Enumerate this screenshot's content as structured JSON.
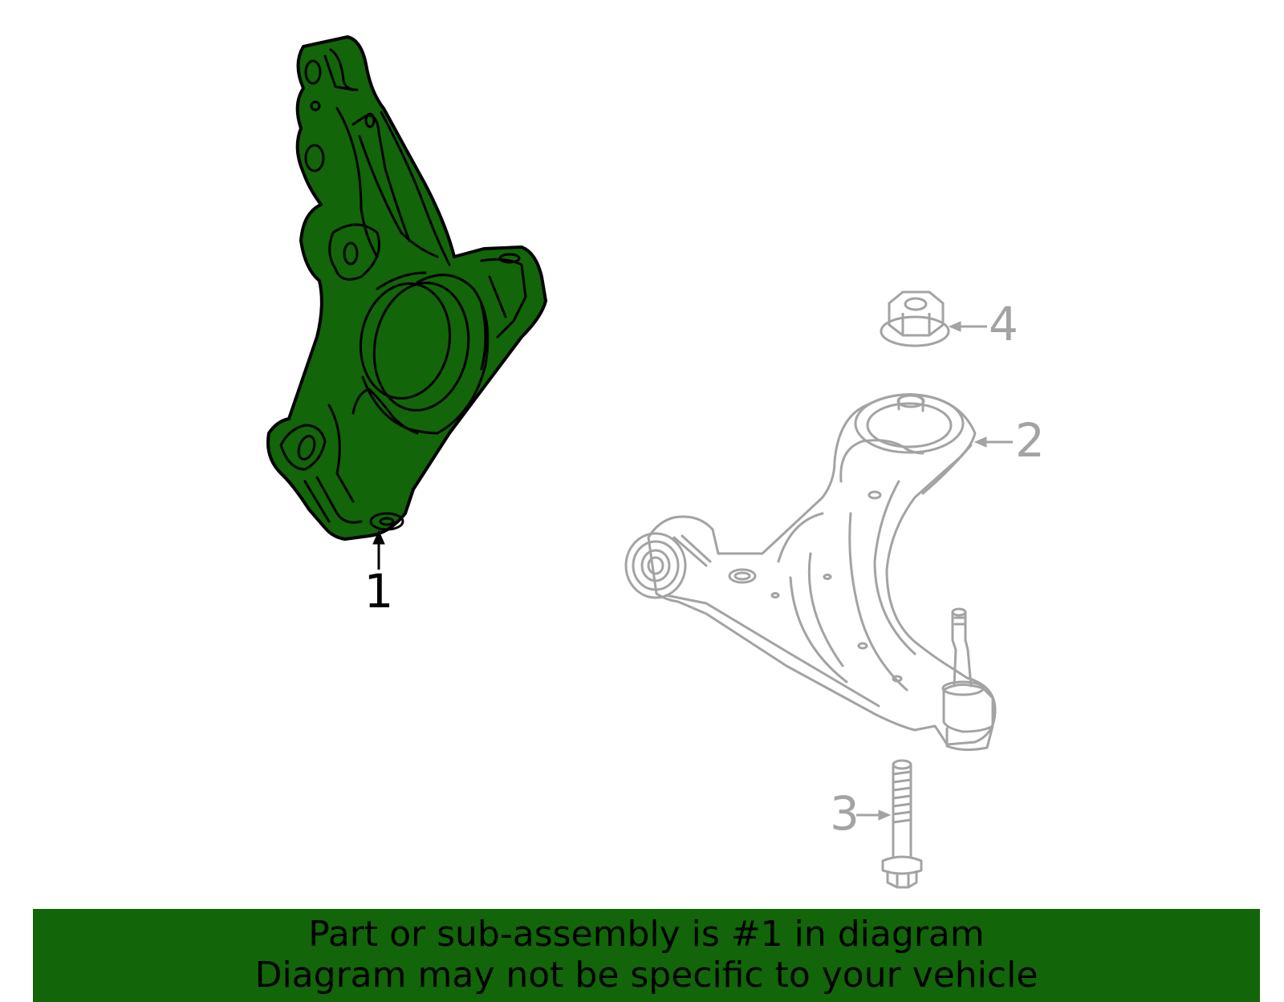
{
  "colors": {
    "highlight_fill": "#126508",
    "highlight_stroke": "#000000",
    "ghost_stroke": "#a3a3a3",
    "banner_background": "#126508",
    "banner_text": "#000000"
  },
  "diagram": {
    "parts": [
      {
        "callout": "1",
        "highlighted": true,
        "icon": "steering-knuckle-icon"
      },
      {
        "callout": "2",
        "highlighted": false,
        "icon": "lower-control-arm-icon"
      },
      {
        "callout": "3",
        "highlighted": false,
        "icon": "bolt-icon"
      },
      {
        "callout": "4",
        "highlighted": false,
        "icon": "nut-icon"
      }
    ]
  },
  "banner": {
    "line1": "Part or sub-assembly is #1 in diagram",
    "line2": "Diagram may not be specific to your vehicle"
  }
}
